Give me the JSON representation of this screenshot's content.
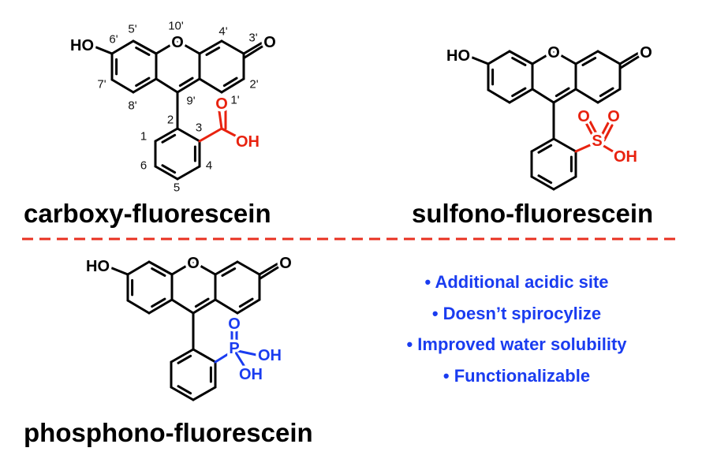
{
  "colors": {
    "bond": "#000000",
    "carboxy": "#e8220f",
    "sulfono": "#e8220f",
    "phosphono": "#1a3cf0",
    "divider": "#e83020",
    "bullets": "#1a3cf0"
  },
  "atoms": {
    "hydroxyl": "HO",
    "ring_oxygen": "O",
    "carbonyl_oxygen": "O"
  },
  "carboxy": {
    "title": "carboxy-fluorescein",
    "group": {
      "o": "O",
      "oh": "OH"
    },
    "numbering": {
      "n10p": "10'",
      "n5p": "5'",
      "n6p": "6'",
      "n4p": "4'",
      "n3p": "3'",
      "n7p": "7'",
      "n8p": "8'",
      "n9p": "9'",
      "n1p": "1'",
      "n2p": "2'",
      "n2": "2",
      "n3": "3",
      "n1": "1",
      "n6": "6",
      "n4": "4",
      "n5": "5"
    }
  },
  "sulfono": {
    "title": "sulfono-fluorescein",
    "group": {
      "s": "S",
      "o1": "O",
      "o2": "O",
      "oh": "OH"
    }
  },
  "phosphono": {
    "title": "phosphono-fluorescein",
    "group": {
      "p": "P",
      "o": "O",
      "oh1": "OH",
      "oh2": "OH"
    }
  },
  "bullets": [
    "• Additional acidic site",
    "• Doesn’t spirocylize",
    "• Improved water solubility",
    "• Functionalizable"
  ]
}
